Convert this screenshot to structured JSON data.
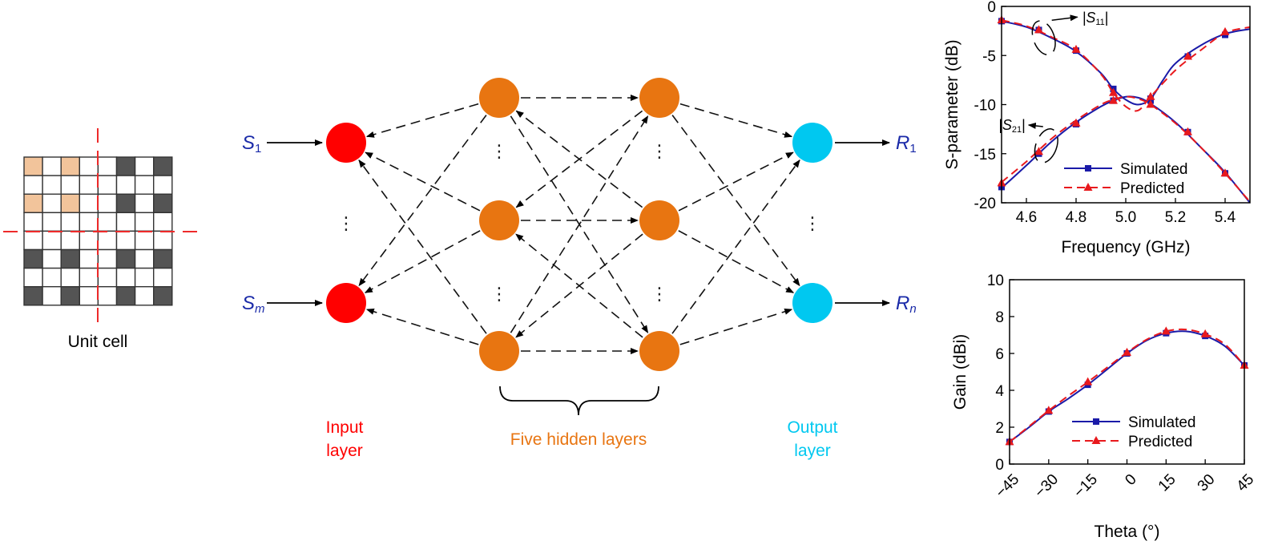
{
  "unit_cell": {
    "caption": "Unit cell",
    "colors": {
      "grid_line": "#333333",
      "empty": "#ffffff",
      "dark": "#545454",
      "tan": "#f2c49b",
      "axis": "#ee2a2a"
    },
    "pattern": [
      [
        2,
        0,
        2,
        0,
        0,
        1,
        0,
        1
      ],
      [
        0,
        0,
        0,
        0,
        0,
        0,
        0,
        0
      ],
      [
        2,
        0,
        2,
        0,
        0,
        1,
        0,
        1
      ],
      [
        0,
        0,
        0,
        0,
        0,
        0,
        0,
        0
      ],
      [
        0,
        0,
        0,
        0,
        0,
        0,
        0,
        0
      ],
      [
        1,
        0,
        1,
        0,
        0,
        1,
        0,
        1
      ],
      [
        0,
        0,
        0,
        0,
        0,
        0,
        0,
        0
      ],
      [
        1,
        0,
        1,
        0,
        0,
        1,
        0,
        1
      ]
    ]
  },
  "network": {
    "inputs": [
      {
        "base": "S",
        "sub": "1"
      },
      {
        "base": "S",
        "sub": "m"
      }
    ],
    "outputs": [
      {
        "base": "R",
        "sub": "1"
      },
      {
        "base": "R",
        "sub": "n"
      }
    ],
    "ellipsis": "⋮",
    "input_label": [
      "Input",
      "layer"
    ],
    "hidden_label": "Five hidden layers",
    "output_label": [
      "Output",
      "layer"
    ],
    "colors": {
      "input": "#ff0000",
      "hidden": "#e87511",
      "output": "#00c8f0",
      "var_text": "#1a2aa8"
    }
  },
  "chart_data": [
    {
      "type": "line",
      "ylabel": "S-parameter (dB)",
      "xlabel": "Frequency (GHz)",
      "xlim": [
        4.5,
        5.5
      ],
      "ylim": [
        -20,
        0
      ],
      "xticks": [
        4.6,
        4.8,
        5.0,
        5.2,
        5.4
      ],
      "yticks": [
        0,
        -5,
        -10,
        -15,
        -20
      ],
      "xtick_labels": [
        "4.6",
        "4.8",
        "5.0",
        "5.2",
        "5.4"
      ],
      "ytick_labels": [
        "0",
        "-5",
        "-10",
        "-15",
        "-20"
      ],
      "legend": [
        "Simulated",
        "Predicted"
      ],
      "legend_position": "lower-right",
      "annotations": [
        {
          "base": "|S",
          "sub": "11",
          "end": "|"
        },
        {
          "base": "|S",
          "sub": "21",
          "end": "|"
        }
      ],
      "series": [
        {
          "name": "Simulated",
          "curve": "|S11|",
          "color": "#1a1aa8",
          "x": [
            4.5,
            4.6,
            4.7,
            4.8,
            4.9,
            4.95,
            5.0,
            5.05,
            5.1,
            5.15,
            5.2,
            5.3,
            5.4,
            5.5
          ],
          "y": [
            -1.5,
            -2.1,
            -3.2,
            -4.6,
            -6.8,
            -8.4,
            -9.5,
            -10.0,
            -9.4,
            -7.5,
            -5.8,
            -4.0,
            -2.8,
            -2.3
          ],
          "markers_x": [
            4.5,
            4.65,
            4.8,
            4.95,
            5.1,
            5.25,
            5.4
          ],
          "markers_y": [
            -1.5,
            -2.4,
            -4.5,
            -8.4,
            -9.4,
            -5.1,
            -2.9
          ]
        },
        {
          "name": "Simulated",
          "curve": "|S21|",
          "color": "#1a1aa8",
          "x": [
            4.5,
            4.6,
            4.7,
            4.8,
            4.9,
            4.95,
            5.0,
            5.05,
            5.1,
            5.2,
            5.3,
            5.4,
            5.5
          ],
          "y": [
            -18.5,
            -16.2,
            -13.8,
            -11.8,
            -10.2,
            -9.6,
            -9.2,
            -9.3,
            -9.9,
            -11.8,
            -14.3,
            -16.9,
            -20.0
          ],
          "markers_x": [
            4.5,
            4.65,
            4.8,
            4.95,
            5.1,
            5.25,
            5.4
          ],
          "markers_y": [
            -18.4,
            -15.0,
            -12.0,
            -9.6,
            -9.6,
            -12.8,
            -17.0
          ]
        },
        {
          "name": "Predicted",
          "curve": "|S11|",
          "color": "#e8191d",
          "x": [
            4.5,
            4.6,
            4.7,
            4.8,
            4.9,
            4.95,
            5.0,
            5.05,
            5.1,
            5.2,
            5.3,
            5.4,
            5.5
          ],
          "y": [
            -1.4,
            -2.0,
            -3.1,
            -4.4,
            -6.9,
            -8.8,
            -10.2,
            -10.6,
            -9.2,
            -6.5,
            -4.5,
            -2.7,
            -2.1
          ],
          "markers_x": [
            4.5,
            4.65,
            4.8,
            4.95,
            5.1,
            5.25,
            5.4
          ],
          "markers_y": [
            -1.4,
            -2.4,
            -4.4,
            -8.8,
            -9.2,
            -5.1,
            -2.6
          ]
        },
        {
          "name": "Predicted",
          "curve": "|S21|",
          "color": "#e8191d",
          "x": [
            4.5,
            4.6,
            4.7,
            4.8,
            4.9,
            4.95,
            5.0,
            5.05,
            5.1,
            5.2,
            5.3,
            5.4,
            5.5
          ],
          "y": [
            -17.9,
            -15.8,
            -13.5,
            -11.6,
            -10.0,
            -9.5,
            -9.2,
            -9.4,
            -10.0,
            -11.9,
            -14.3,
            -17.0,
            -19.9
          ],
          "markers_x": [
            4.5,
            4.65,
            4.8,
            4.95,
            5.1,
            5.25,
            5.4
          ],
          "markers_y": [
            -18.0,
            -14.8,
            -11.9,
            -9.6,
            -10.0,
            -12.8,
            -17.0
          ]
        }
      ]
    },
    {
      "type": "line",
      "ylabel": "Gain (dBi)",
      "xlabel": "Theta (°)",
      "xlim": [
        -45,
        45
      ],
      "ylim": [
        0,
        10
      ],
      "xticks": [
        -45,
        -30,
        -15,
        0,
        15,
        30,
        45
      ],
      "yticks": [
        0,
        2,
        4,
        6,
        8,
        10
      ],
      "xtick_labels": [
        "−45",
        "−30",
        "−15",
        "0",
        "15",
        "30",
        "45"
      ],
      "ytick_labels": [
        "0",
        "2",
        "4",
        "6",
        "8",
        "10"
      ],
      "legend": [
        "Simulated",
        "Predicted"
      ],
      "legend_position": "lower-right",
      "series": [
        {
          "name": "Simulated",
          "color": "#1a1aa8",
          "x": [
            -45,
            -37.5,
            -30,
            -22.5,
            -15,
            -7.5,
            0,
            7.5,
            15,
            22.5,
            30,
            37.5,
            45
          ],
          "y": [
            1.2,
            2.0,
            2.85,
            3.55,
            4.3,
            5.15,
            6.0,
            6.7,
            7.1,
            7.2,
            6.95,
            6.4,
            5.35
          ],
          "markers_x": [
            -45,
            -30,
            -15,
            0,
            15,
            30,
            45
          ],
          "markers_y": [
            1.2,
            2.85,
            4.3,
            6.0,
            7.1,
            6.95,
            5.35
          ]
        },
        {
          "name": "Predicted",
          "color": "#e8191d",
          "x": [
            -45,
            -37.5,
            -30,
            -22.5,
            -15,
            -7.5,
            0,
            7.5,
            15,
            22.5,
            30,
            37.5,
            45
          ],
          "y": [
            1.2,
            2.05,
            2.9,
            3.7,
            4.45,
            5.25,
            6.05,
            6.75,
            7.2,
            7.3,
            7.05,
            6.5,
            5.35
          ],
          "markers_x": [
            -45,
            -30,
            -15,
            0,
            15,
            30,
            45
          ],
          "markers_y": [
            1.2,
            2.9,
            4.45,
            6.05,
            7.2,
            7.05,
            5.35
          ]
        }
      ]
    }
  ]
}
